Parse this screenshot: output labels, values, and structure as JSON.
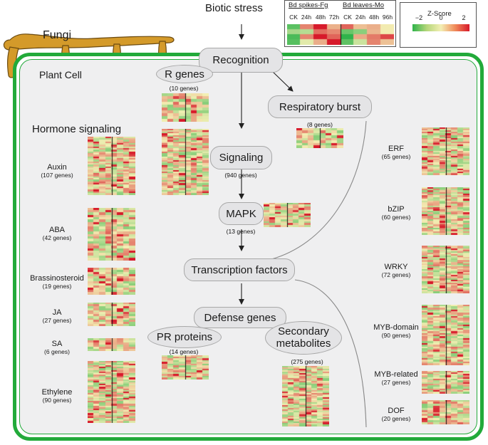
{
  "title": "Biotic stress",
  "fungi_label": "Fungi",
  "cell_label": "Plant Cell",
  "header": {
    "group1": "Bd spikes-Fg",
    "group2": "Bd leaves-Mo",
    "columns": [
      "CK",
      "24h",
      "48h",
      "72h",
      "CK",
      "24h",
      "48h",
      "96h"
    ]
  },
  "legend": {
    "title": "Z-Score",
    "ticks": [
      "−2",
      "0",
      "2"
    ],
    "colors": [
      "#2fb34a",
      "#f3efb3",
      "#d7192a"
    ]
  },
  "nodes": {
    "recognition": "Recognition",
    "r_genes": "R genes",
    "r_genes_count": "(10 genes)",
    "respiratory_burst": "Respiratory burst",
    "respiratory_burst_count": "(8 genes)",
    "signaling": "Signaling",
    "signaling_count": "(940 genes)",
    "mapk": "MAPK",
    "mapk_count": "(13 genes)",
    "transcription_factors": "Transcription factors",
    "defense_genes": "Defense genes",
    "pr_proteins": "PR proteins",
    "pr_proteins_count": "(14 genes)",
    "secondary_metabolites_1": "Secondary",
    "secondary_metabolites_2": "metabolites",
    "secondary_metabolites_count": "(275 genes)"
  },
  "hormone_signaling": {
    "title": "Hormone signaling",
    "items": [
      {
        "name": "Auxin",
        "count": "(107 genes)"
      },
      {
        "name": "ABA",
        "count": "(42 genes)"
      },
      {
        "name": "Brassinosteroid",
        "count": "(19 genes)"
      },
      {
        "name": "JA",
        "count": "(27 genes)"
      },
      {
        "name": "SA",
        "count": "(6 genes)"
      },
      {
        "name": "Ethylene",
        "count": "(90 genes)"
      }
    ]
  },
  "tf_families": [
    {
      "name": "ERF",
      "count": "(65 genes)"
    },
    {
      "name": "bZIP",
      "count": "(60 genes)"
    },
    {
      "name": "WRKY",
      "count": "(72 genes)"
    },
    {
      "name": "MYB-domain",
      "count": "(90 genes)"
    },
    {
      "name": "MYB-related",
      "count": "(27 genes)"
    },
    {
      "name": "DOF",
      "count": "(20 genes)"
    }
  ],
  "colors": {
    "cell_border": "#22aa3a",
    "cell_fill": "#efeff0",
    "fungi": "#d49a2a"
  }
}
